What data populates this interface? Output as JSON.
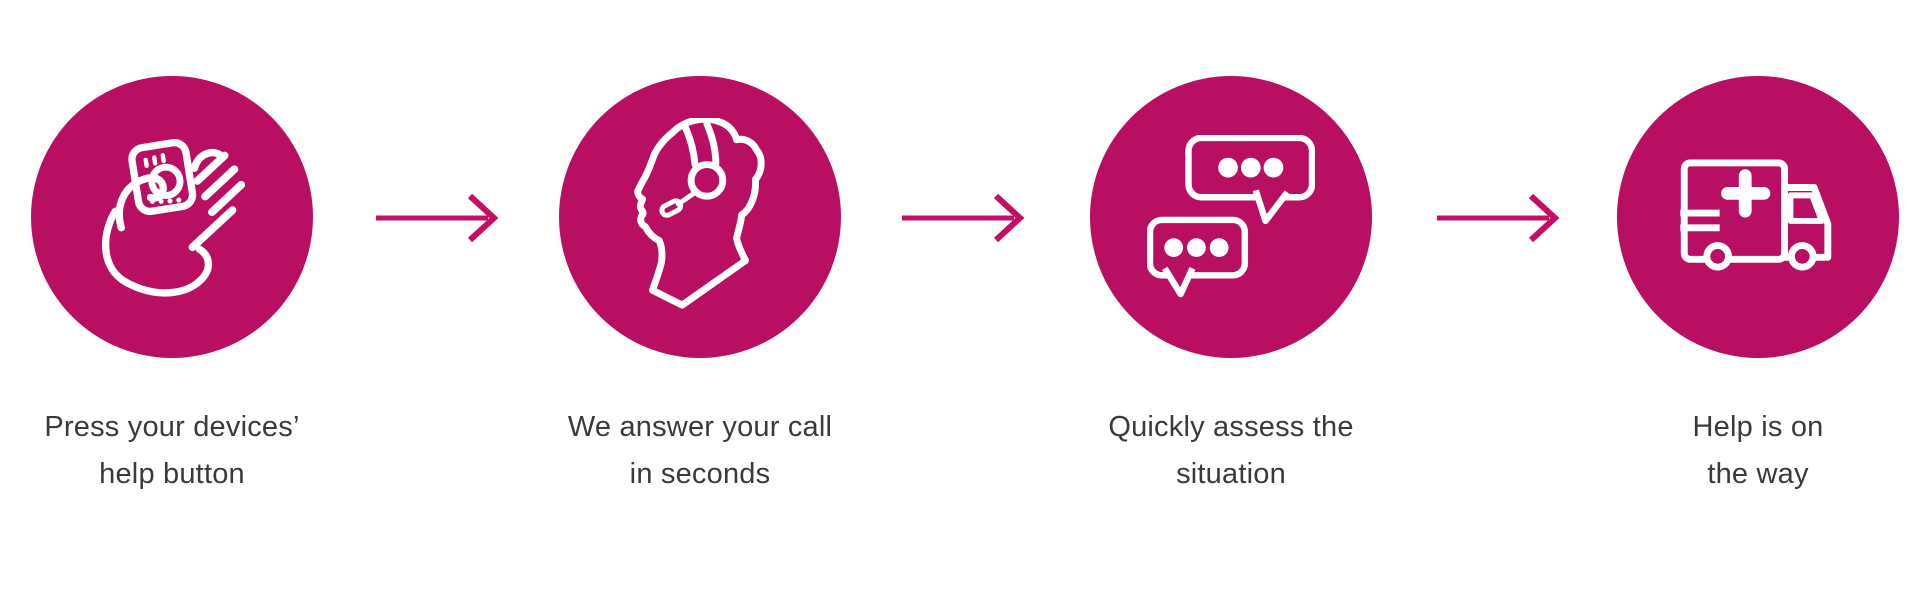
{
  "theme": {
    "circle_color": "#B90F62",
    "arrow_color": "#C50D66",
    "icon_color": "#ffffff",
    "caption_color": "#3a3a3a",
    "bg_color": "#ffffff"
  },
  "flow": {
    "arrow_count": 3,
    "arrow_direction": "right"
  },
  "steps": [
    {
      "icon": "hand-pressing-device-icon",
      "line1": "Press your devices’",
      "line2": "help button"
    },
    {
      "icon": "operator-headset-icon",
      "line1": "We answer your call",
      "line2": "in seconds"
    },
    {
      "icon": "speech-bubbles-icon",
      "line1": "Quickly assess the",
      "line2": "situation"
    },
    {
      "icon": "ambulance-icon",
      "line1": "Help is on",
      "line2": "the way"
    }
  ]
}
